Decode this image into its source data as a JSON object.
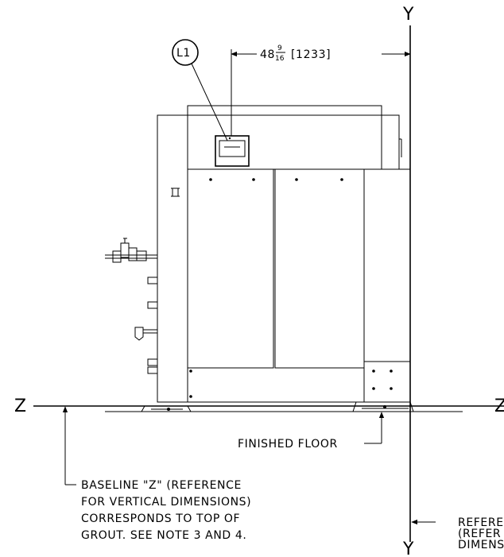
{
  "axis_labels": {
    "y_top": "Y",
    "y_bottom": "Y",
    "z_left": "Z",
    "z_right": "Z"
  },
  "balloon": {
    "label": "L1"
  },
  "dimension": {
    "whole": "48",
    "frac_num": "9",
    "frac_den": "16",
    "metric": "[1233]"
  },
  "notes": {
    "finished_floor": "FINISHED FLOOR",
    "baseline_lines": [
      "BASELINE \"Z\" (REFERENCE",
      "FOR VERTICAL DIMENSIONS)",
      "CORRESPONDS TO TOP OF",
      "GROUT. SEE NOTE 3 AND 4."
    ],
    "reference_lines": [
      "REFERE",
      "(REFER",
      "DIMENS"
    ]
  }
}
